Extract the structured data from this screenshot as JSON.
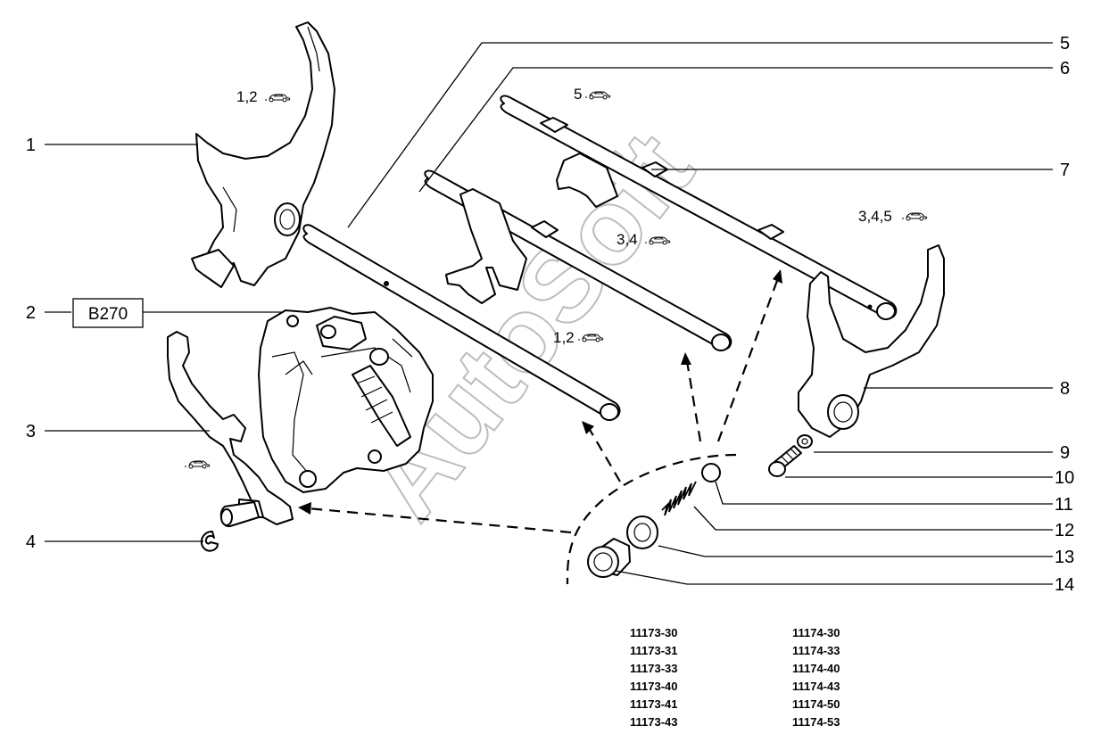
{
  "watermark": "AutoSoft",
  "callouts": [
    "1",
    "2",
    "3",
    "4",
    "5",
    "6",
    "7",
    "8",
    "9",
    "10",
    "11",
    "12",
    "13",
    "14"
  ],
  "reference_label": "B270",
  "model_labels": {
    "fork_1": "1,2",
    "rod_5": "5",
    "rod_6": "3,4",
    "rod_low": "1,2",
    "fork_8": "3,4,5"
  },
  "icons": [
    "car-icon"
  ],
  "codes": {
    "left": [
      "11173-30",
      "11173-31",
      "11173-33",
      "11173-40",
      "11173-41",
      "11173-43"
    ],
    "right": [
      "11174-30",
      "11174-33",
      "11174-40",
      "11174-43",
      "11174-50",
      "11174-53"
    ]
  }
}
